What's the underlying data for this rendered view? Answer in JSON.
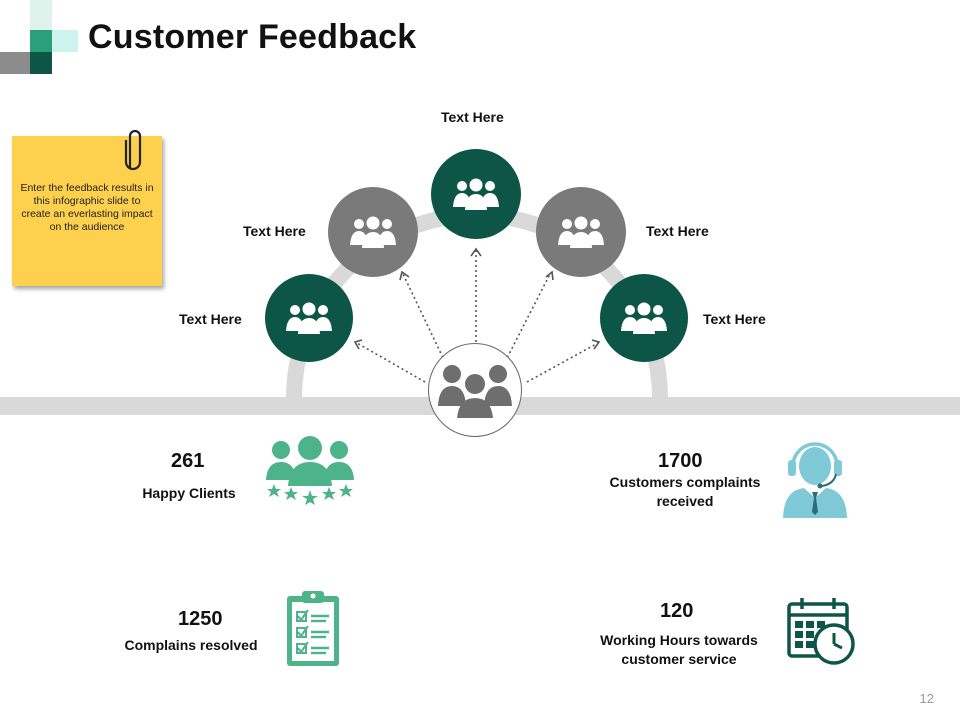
{
  "title": "Customer Feedback",
  "note": {
    "text": "Enter the feedback results in this infographic slide to create an everlasting impact on the audience"
  },
  "circles": [
    {
      "label": "Text Here",
      "style": "dark",
      "icon": "group-icon"
    },
    {
      "label": "Text Here",
      "style": "grey",
      "icon": "group-icon"
    },
    {
      "label": "Text Here",
      "style": "dark",
      "icon": "group-icon"
    },
    {
      "label": "Text Here",
      "style": "grey",
      "icon": "group-icon"
    },
    {
      "label": "Text Here",
      "style": "dark",
      "icon": "group-icon"
    }
  ],
  "stats": {
    "happy_clients": {
      "value": "261",
      "label": "Happy Clients",
      "icon": "rated-group-icon"
    },
    "complaints_received": {
      "value": "1700",
      "label": "Customers complaints received",
      "icon": "support-agent-icon"
    },
    "complains_resolved": {
      "value": "1250",
      "label": "Complains resolved",
      "icon": "checklist-clipboard-icon"
    },
    "working_hours": {
      "value": "120",
      "label": "Working Hours towards customer service",
      "icon": "calendar-clock-icon"
    }
  },
  "page_number": "12",
  "colors": {
    "dark_green": "#0d5546",
    "grey": "#7a7a7a",
    "light_green": "#4db38b",
    "teal": "#7fcad6",
    "note_yellow": "#fdd04e",
    "track_grey": "#d9d9d9"
  }
}
